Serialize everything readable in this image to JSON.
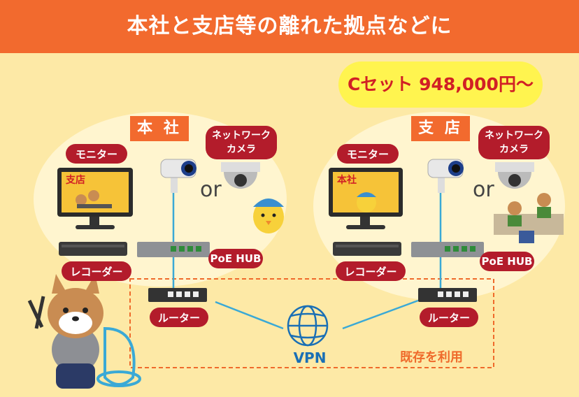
{
  "header": {
    "title": "本社と支店等の離れた拠点などに"
  },
  "price_badge": {
    "label": "Cセット 948,000円〜"
  },
  "headquarters": {
    "site_label": "本 社",
    "monitor_label": "モニター",
    "monitor_screen_text": "支店",
    "camera_label": "ネットワーク\nカメラ",
    "or_text": "or",
    "recorder_label": "レコーダー",
    "hub_label": "PoE HUB",
    "router_label": "ルーター"
  },
  "branch": {
    "site_label": "支 店",
    "monitor_label": "モニター",
    "monitor_screen_text": "本社",
    "camera_label": "ネットワーク\nカメラ",
    "or_text": "or",
    "recorder_label": "レコーダー",
    "hub_label": "PoE HUB",
    "router_label": "ルーター"
  },
  "vpn": {
    "label": "VPN"
  },
  "existing_note": {
    "label": "既存を利用"
  },
  "colors": {
    "header": "#f26a2e",
    "background": "#fde9a6",
    "label_red": "#b31c2b",
    "cable": "#3aa9d6",
    "price_bg": "#fff44f",
    "price_text": "#d12025"
  },
  "icons": [
    "monitor-icon",
    "bullet-camera-icon",
    "dome-camera-icon",
    "recorder-icon",
    "poe-hub-icon",
    "router-icon",
    "globe-icon",
    "dog-mascot-icon",
    "chick-mascot-icon",
    "office-workers-icon"
  ]
}
